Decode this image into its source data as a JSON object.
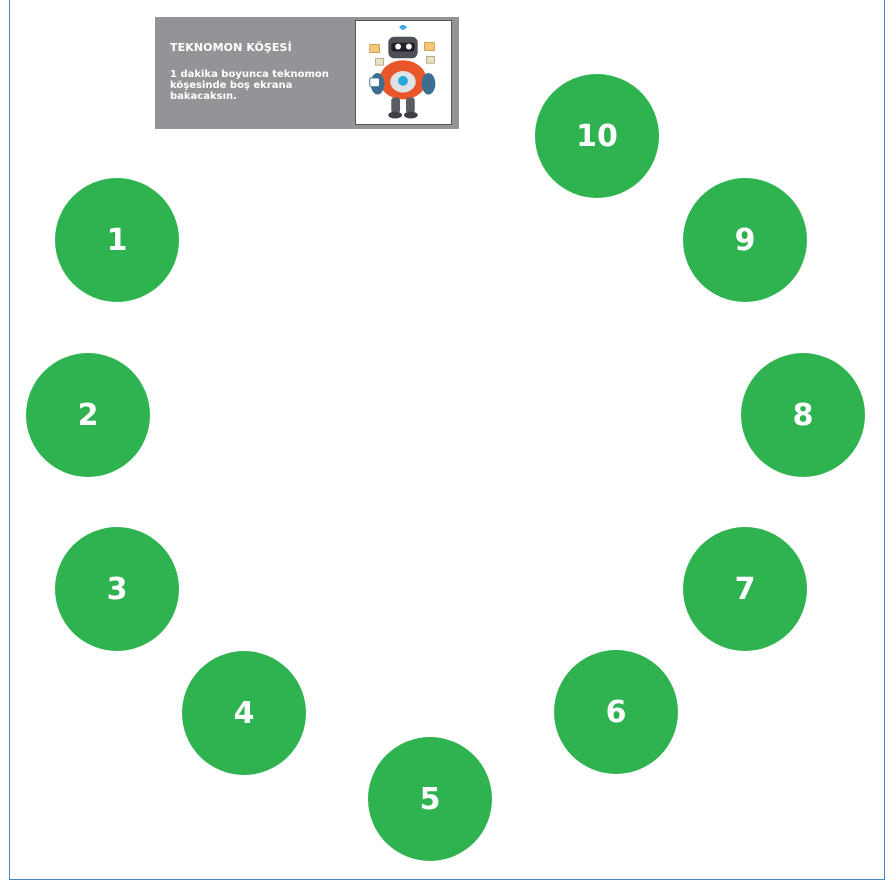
{
  "corner": {
    "title": "TEKNOMON KÖŞESİ",
    "line1": "1 dakika boyunca teknomon",
    "line2": "köşesinde boş ekrana bakacaksın."
  },
  "mascot": {
    "icon": "robot-mascot-icon"
  },
  "colors": {
    "circle": "#2fb350",
    "card": "#929497",
    "border": "#4a86c5"
  },
  "spots": [
    "1",
    "2",
    "3",
    "4",
    "5",
    "6",
    "7",
    "8",
    "9",
    "10"
  ]
}
